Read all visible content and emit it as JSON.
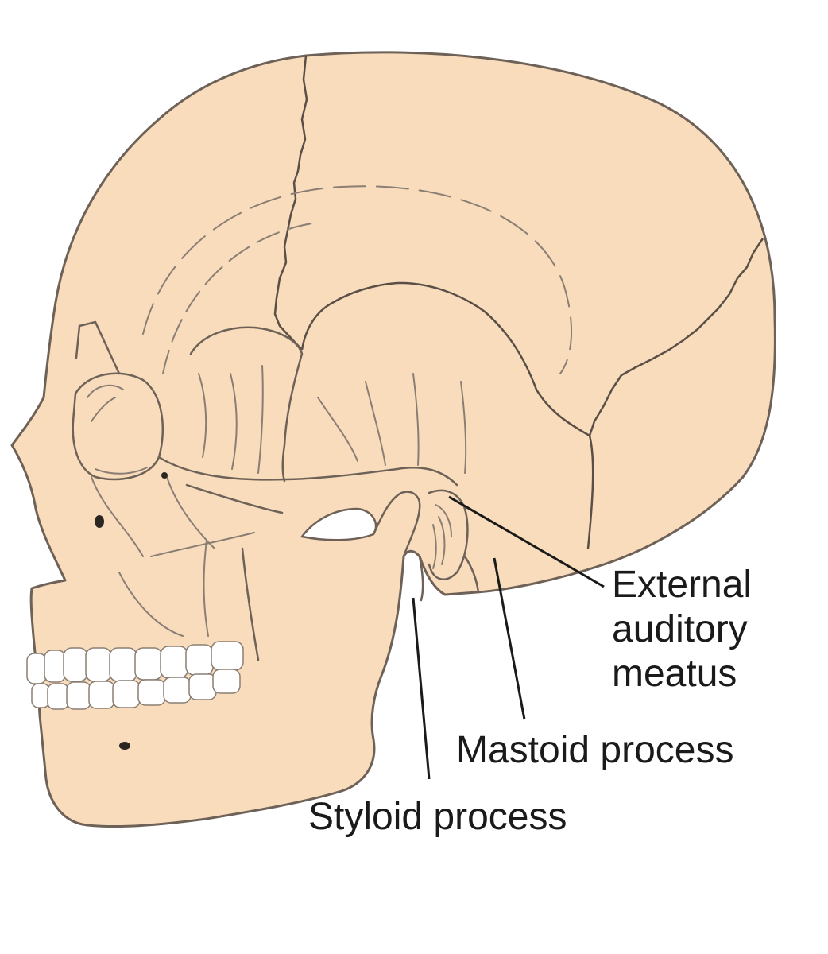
{
  "labels": {
    "external_line1": "External",
    "external_line2": "auditory",
    "external_line3": "meatus",
    "mastoid": "Mastoid process",
    "styloid": "Styloid process"
  },
  "colors": {
    "bone": "#f8dcbc",
    "outline": "#6e6258",
    "text": "#1a1a1a",
    "background": "#ffffff"
  }
}
